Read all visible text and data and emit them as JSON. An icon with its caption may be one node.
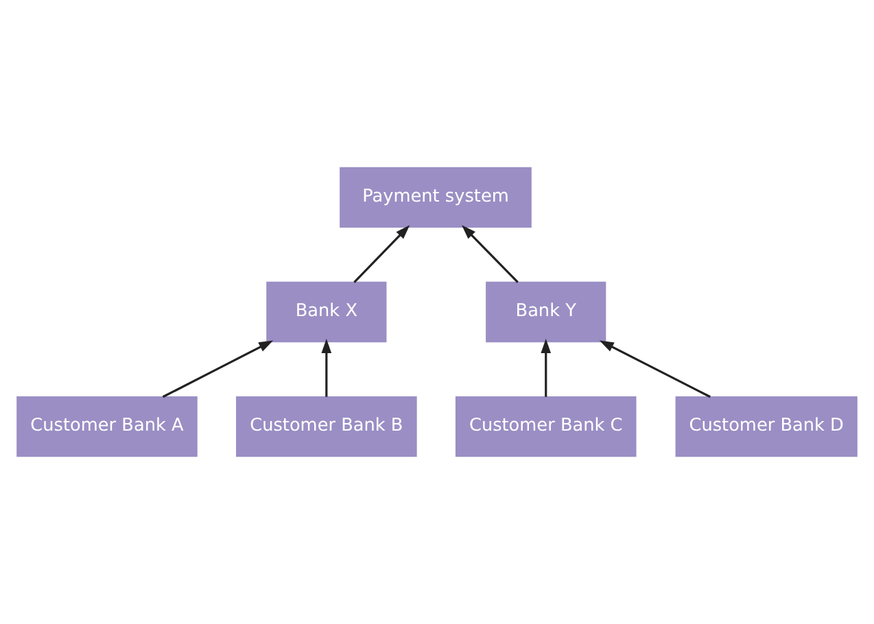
{
  "diagram": {
    "nodes": [
      {
        "text": [
          "Payment system"
        ]
      },
      {
        "text": [
          "Bank X"
        ]
      },
      {
        "text": [
          "Bank Y"
        ]
      },
      {
        "text": [
          "Customer Bank A"
        ]
      },
      {
        "text": [
          "Customer Bank B"
        ]
      },
      {
        "text": [
          "Customer Bank C"
        ]
      },
      {
        "text": [
          "Customer Bank D"
        ]
      }
    ],
    "edges": [
      {
        "from": 1,
        "to": 0,
        "arrow": "to"
      },
      {
        "from": 2,
        "to": 0,
        "arrow": "to"
      },
      {
        "from": 3,
        "to": 1,
        "arrow": "to"
      },
      {
        "from": 4,
        "to": 1,
        "arrow": "to"
      },
      {
        "from": 5,
        "to": 2,
        "arrow": "to"
      },
      {
        "from": 6,
        "to": 2,
        "arrow": "to"
      }
    ]
  }
}
